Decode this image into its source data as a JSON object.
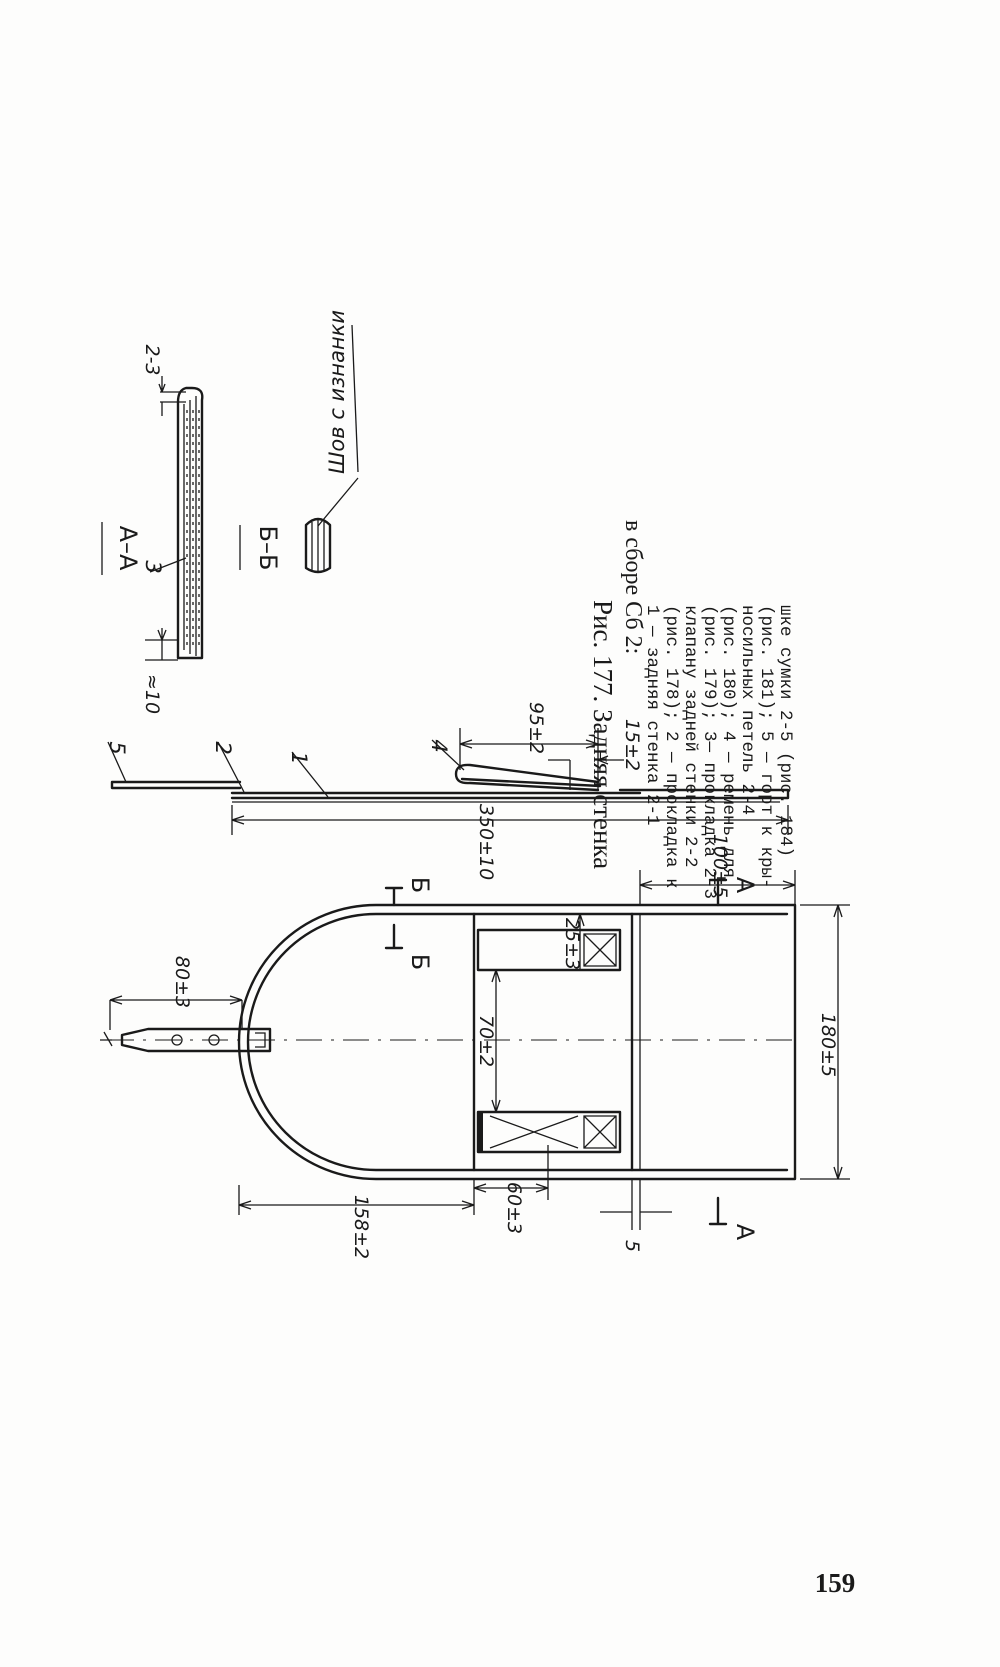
{
  "caption": {
    "title": "Рис. 177. Задняя стенка",
    "subtitle": "в сборе Сб 2:",
    "lines": [
      "1 — задняя         стенка        2-1",
      "(рис. 178); 2 — прокладка к",
      "клапану задней стенки 2-2",
      "(рис. 179); 3— прокладка 2-3",
      "(рис. 180);   4 — ремень  для",
      "носильных          петель     2-4",
      "(рис. 181);  5 — горт к кры-",
      "шке сумки 2-5 (рис. 184)"
    ]
  },
  "section_labels": {
    "a_a": "А–А",
    "b_b": "Б–Б",
    "cut_a": "А",
    "cut_b": "Б"
  },
  "seam_note": "Шов с изнанки",
  "dimensions": {
    "d158": "158±2",
    "d80": "80±3",
    "d70": "70±2",
    "d25": "25±3",
    "d60": "60±3",
    "d5": "5",
    "d100": "100±5",
    "d180": "180±5",
    "d350": "350±10",
    "d95": "95±2",
    "d15": "15±2",
    "d10": "≈10",
    "d23": "2-3"
  },
  "callouts": {
    "c1": "1",
    "c2": "2",
    "c3": "3",
    "c4": "4",
    "c5": "5"
  },
  "page_number": "159"
}
